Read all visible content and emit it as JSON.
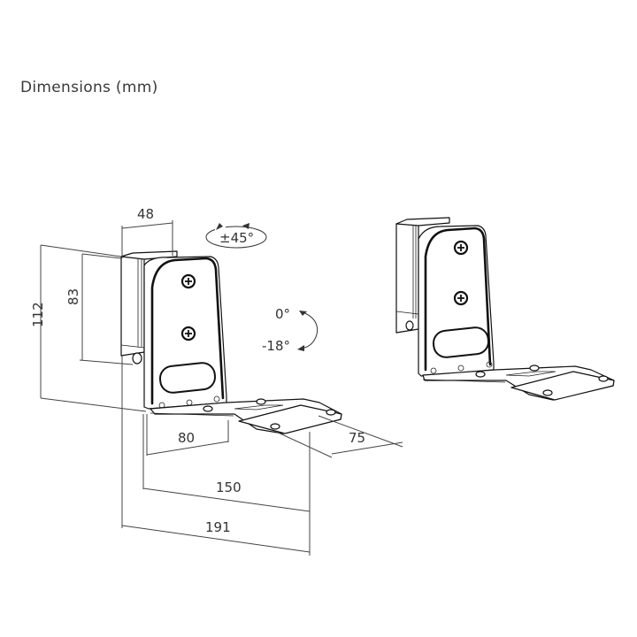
{
  "header": {
    "title": "Dimensions (mm)"
  },
  "dimensions": {
    "width_top": "48",
    "height_total": "112",
    "height_plate": "83",
    "depth_inner": "80",
    "depth_mid": "150",
    "depth_total": "191",
    "plate_width": "75"
  },
  "rotation": {
    "swivel": "±45°",
    "tilt_top": "0°",
    "tilt_bottom": "-18°"
  },
  "colors": {
    "line": "#111111",
    "dimension_line": "#444444",
    "background": "#ffffff"
  }
}
